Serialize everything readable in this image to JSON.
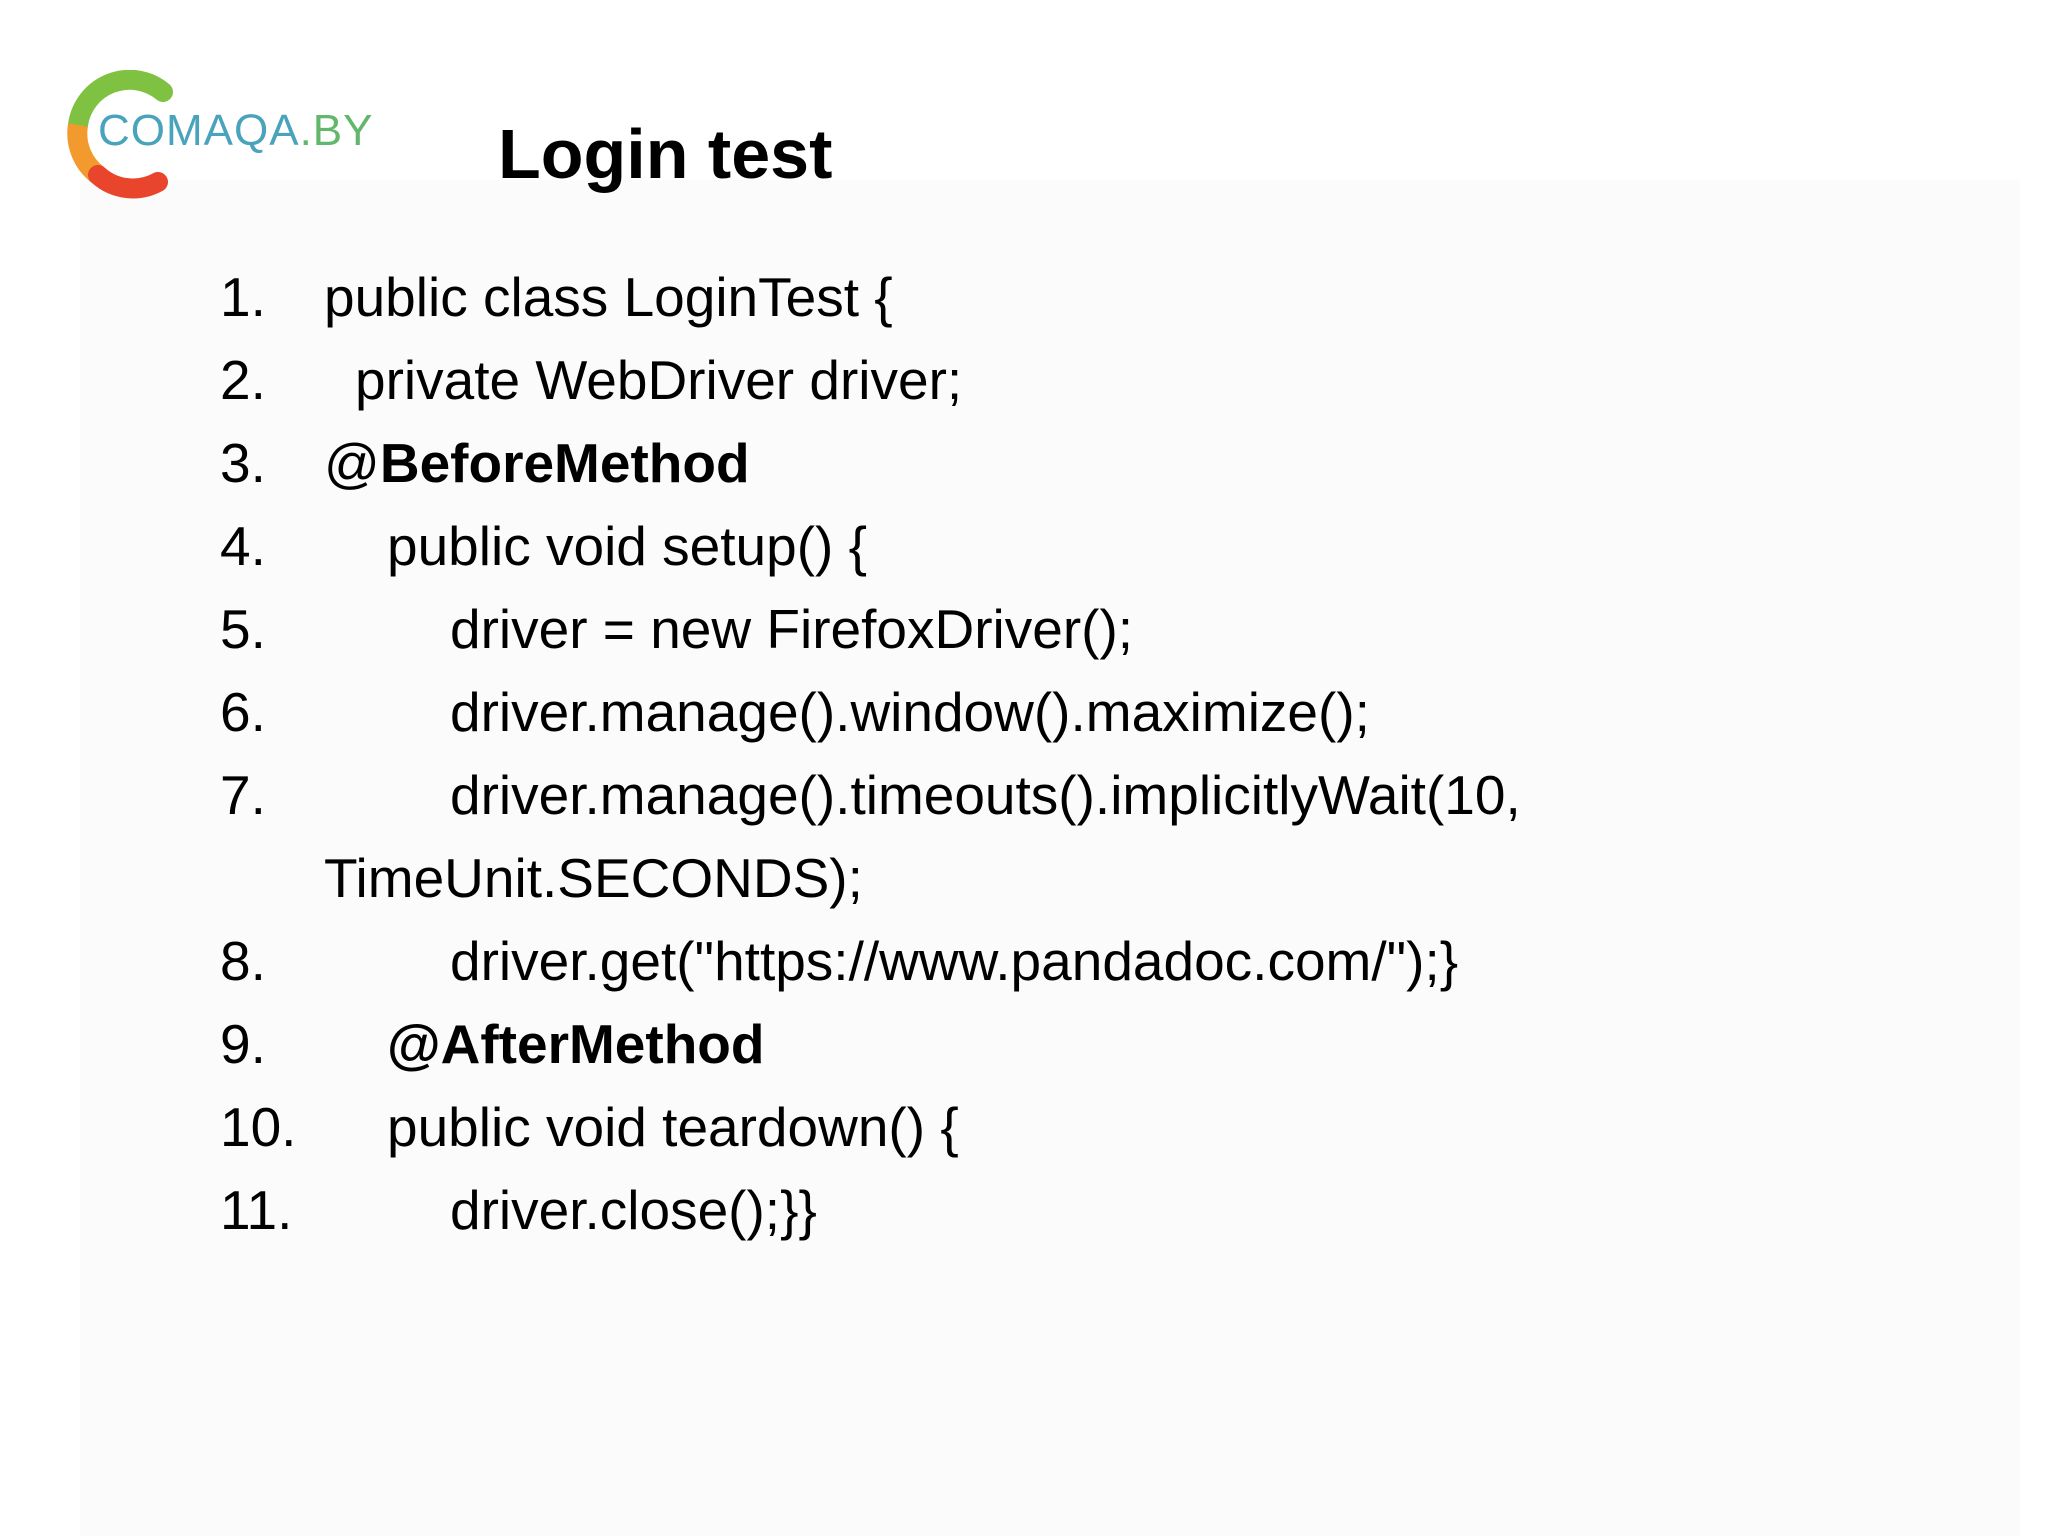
{
  "logo": {
    "text_main": "COMAQA",
    "text_suffix": ".BY",
    "colors": {
      "arc_green": "#7fc241",
      "arc_orange": "#f39a2e",
      "arc_red": "#e8452c",
      "text": "#4aa3bd"
    }
  },
  "slide": {
    "title": "Login test"
  },
  "code_lines": [
    {
      "number": "1.",
      "text": "public class LoginTest {"
    },
    {
      "number": "2.",
      "text": "private WebDriver driver;"
    },
    {
      "number": "3.",
      "prefix": "@",
      "text": "BeforeMethod"
    },
    {
      "number": "4.",
      "text": "public void setup() {"
    },
    {
      "number": "5.",
      "text": "driver = new FirefoxDriver();"
    },
    {
      "number": "6.",
      "text": "driver.manage().window().maximize();"
    },
    {
      "number": "7.",
      "text": "driver.manage().timeouts().implicitlyWait(10,",
      "continuation": "TimeUnit.SECONDS);"
    },
    {
      "number": "8.",
      "text": "driver.get(\"https://www.pandadoc.com/\");}"
    },
    {
      "number": "9.",
      "text": "@AfterMethod"
    },
    {
      "number": "10.",
      "text": "public void teardown() {"
    },
    {
      "number": "11.",
      "text": "driver.close();}}"
    }
  ]
}
